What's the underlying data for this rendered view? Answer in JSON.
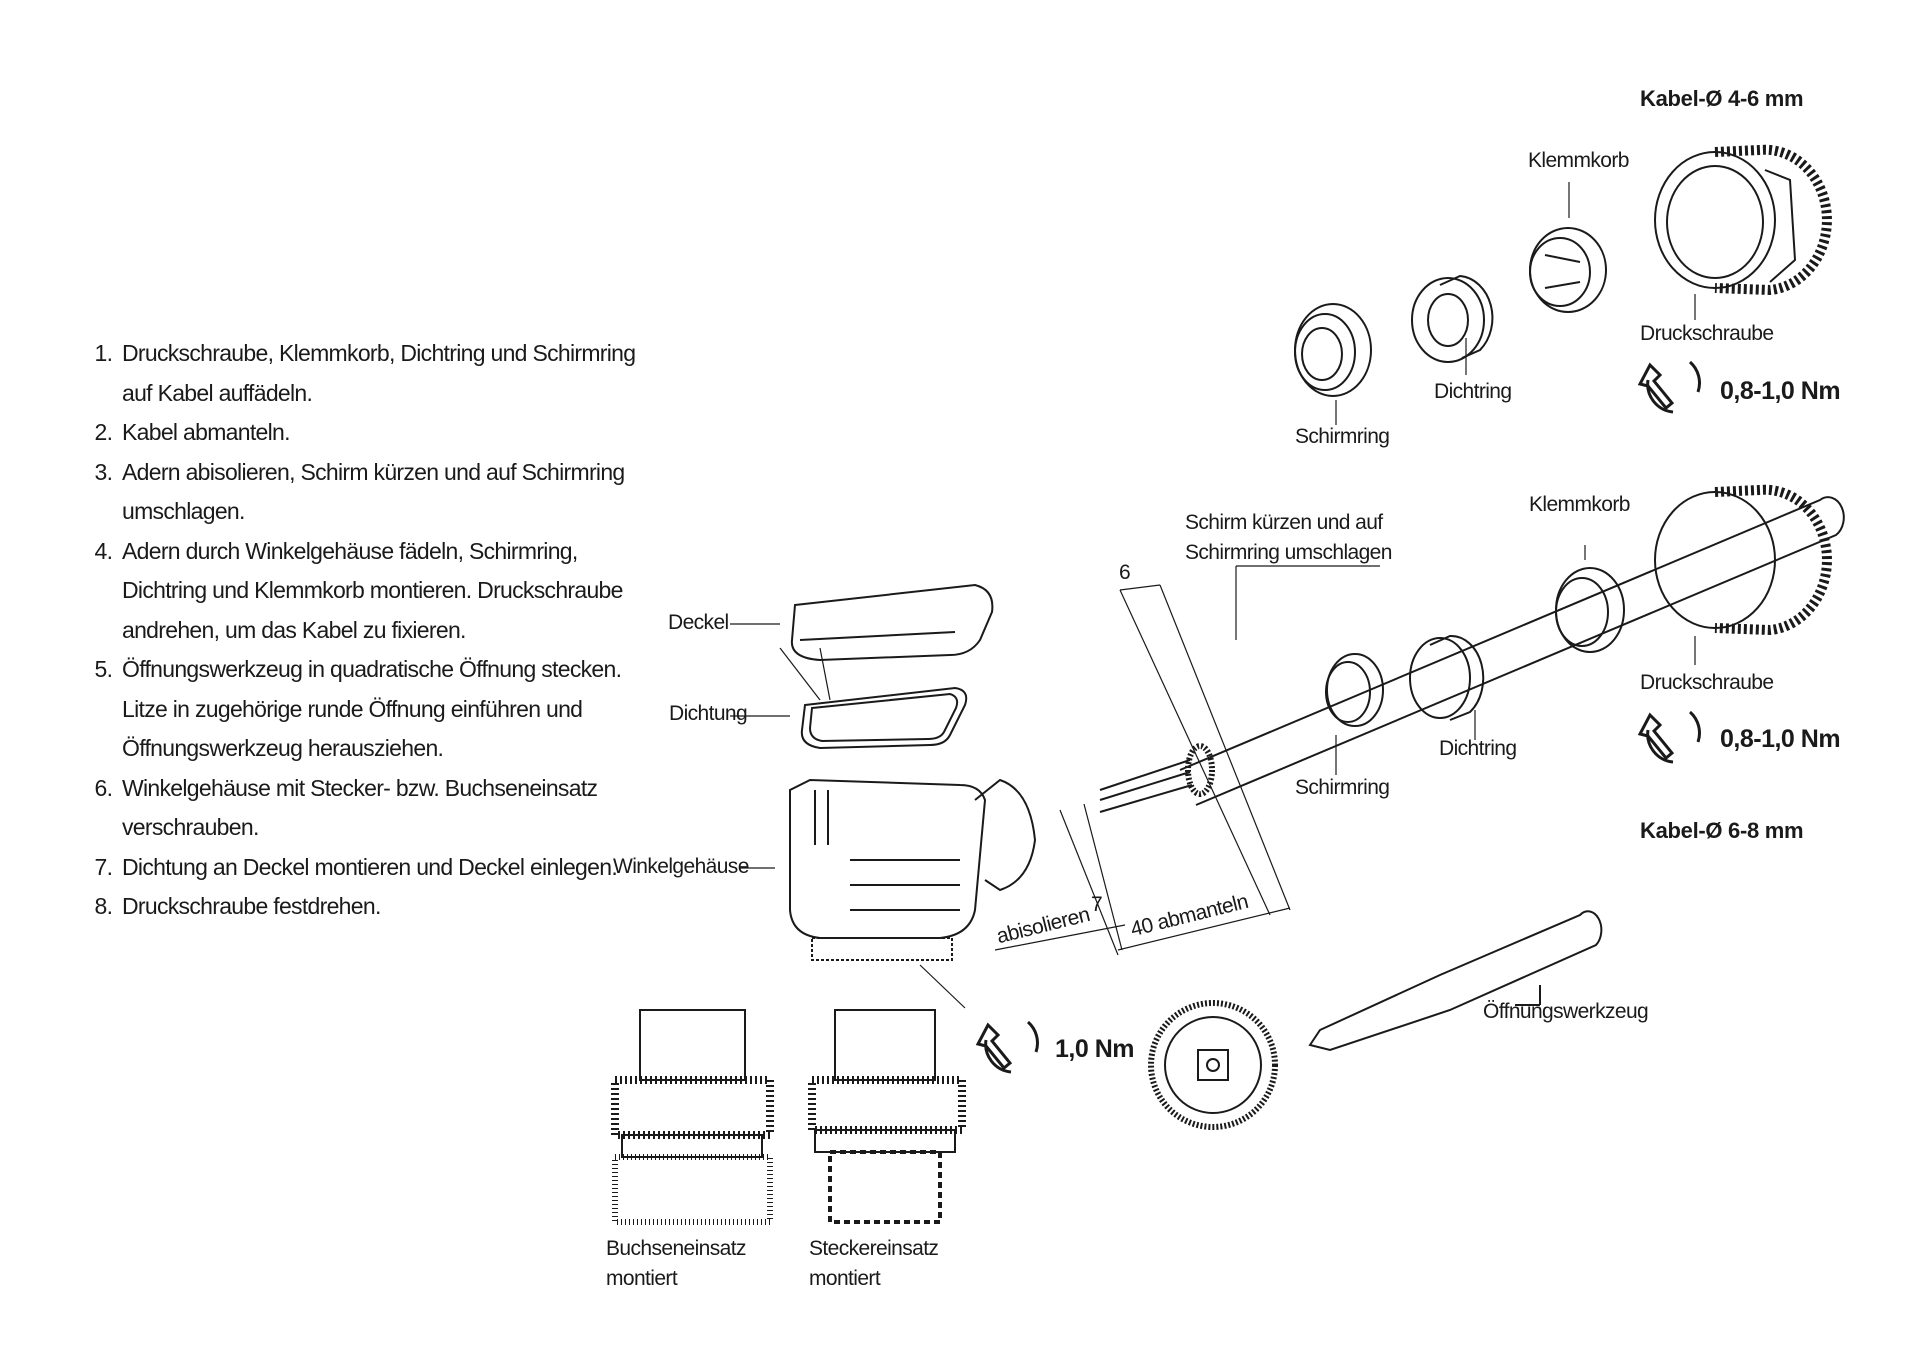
{
  "instructions": [
    "Druckschraube, Klemmkorb, Dichtring und Schirmring auf Kabel auffädeln.",
    "Kabel abmanteln.",
    "Adern abisolieren, Schirm kürzen und auf Schirmring umschlagen.",
    "Adern durch Winkelgehäuse fädeln, Schirmring, Dichtring und Klemmkorb montieren. Druckschraube andrehen, um das Kabel zu fixieren.",
    "Öffnungswerkzeug in quadratische Öffnung stecken. Litze in zugehörige runde Öffnung einführen und Öffnungswerkzeug herausziehen.",
    "Winkelgehäuse mit Stecker- bzw. Buchseneinsatz verschrauben.",
    "Dichtung an Deckel montieren und Deckel einlegen.",
    "Druckschraube festdrehen."
  ],
  "variant_small": {
    "title": "Kabel-Ø 4-6 mm",
    "klemmkorb": "Klemmkorb",
    "druckschraube": "Druckschraube",
    "dichtring": "Dichtring",
    "schirmring": "Schirmring",
    "torque": "0,8-1,0 Nm"
  },
  "variant_large": {
    "title": "Kabel-Ø 6-8 mm",
    "klemmkorb": "Klemmkorb",
    "druckschraube": "Druckschraube",
    "dichtring": "Dichtring",
    "schirmring": "Schirmring",
    "torque": "0,8-1,0 Nm",
    "shield_note_1": "Schirm kürzen und auf",
    "shield_note_2": "Schirmring umschlagen"
  },
  "dimensions": {
    "shield": "6",
    "strip": "7",
    "strip_label": "abisolieren",
    "jacket": "40  abmanteln"
  },
  "housing": {
    "deckel": "Deckel",
    "dichtung": "Dichtung",
    "winkelgehaeuse": "Winkelgehäuse",
    "torque": "1,0 Nm"
  },
  "tool": "Öffnungswerkzeug",
  "inserts": {
    "buchse_1": "Buchseneinsatz",
    "buchse_2": "montiert",
    "stecker_1": "Steckereinsatz",
    "stecker_2": "montiert"
  },
  "icons": [
    "wrench-torque-icon"
  ],
  "colors": {
    "line": "#1a1a1a",
    "background": "#ffffff"
  }
}
